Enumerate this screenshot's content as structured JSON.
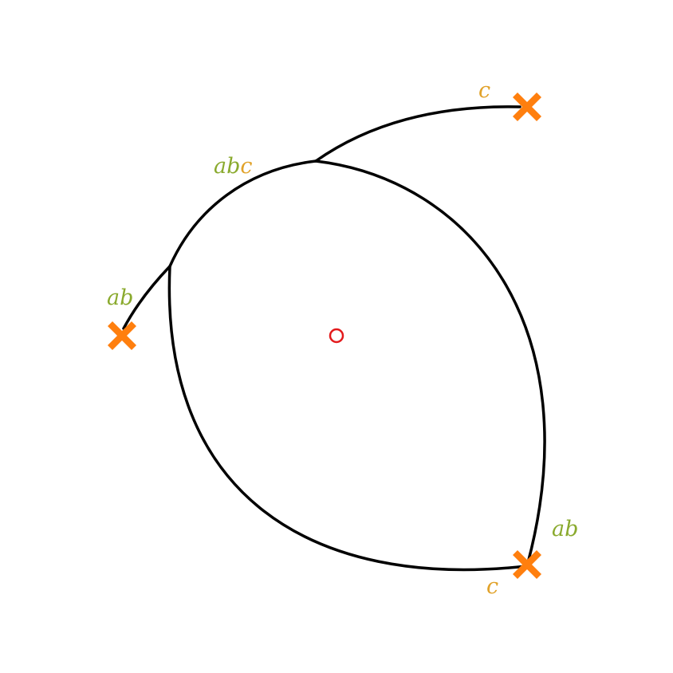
{
  "colors": {
    "curve": "#000000",
    "cross": "#ff7f0e",
    "center": "#e31a1c",
    "label_green": "#8aaa2e",
    "label_orange": "#e1a22a",
    "background": "#ffffff"
  },
  "labels": {
    "top_right": "c",
    "top_left_junction": "abc",
    "left": "ab",
    "bottom_right_upper": "ab",
    "bottom_right_lower": "c"
  },
  "markers": {
    "crosses": [
      "cross-top-right",
      "cross-left",
      "cross-bottom-right"
    ],
    "center": "open-circle"
  }
}
